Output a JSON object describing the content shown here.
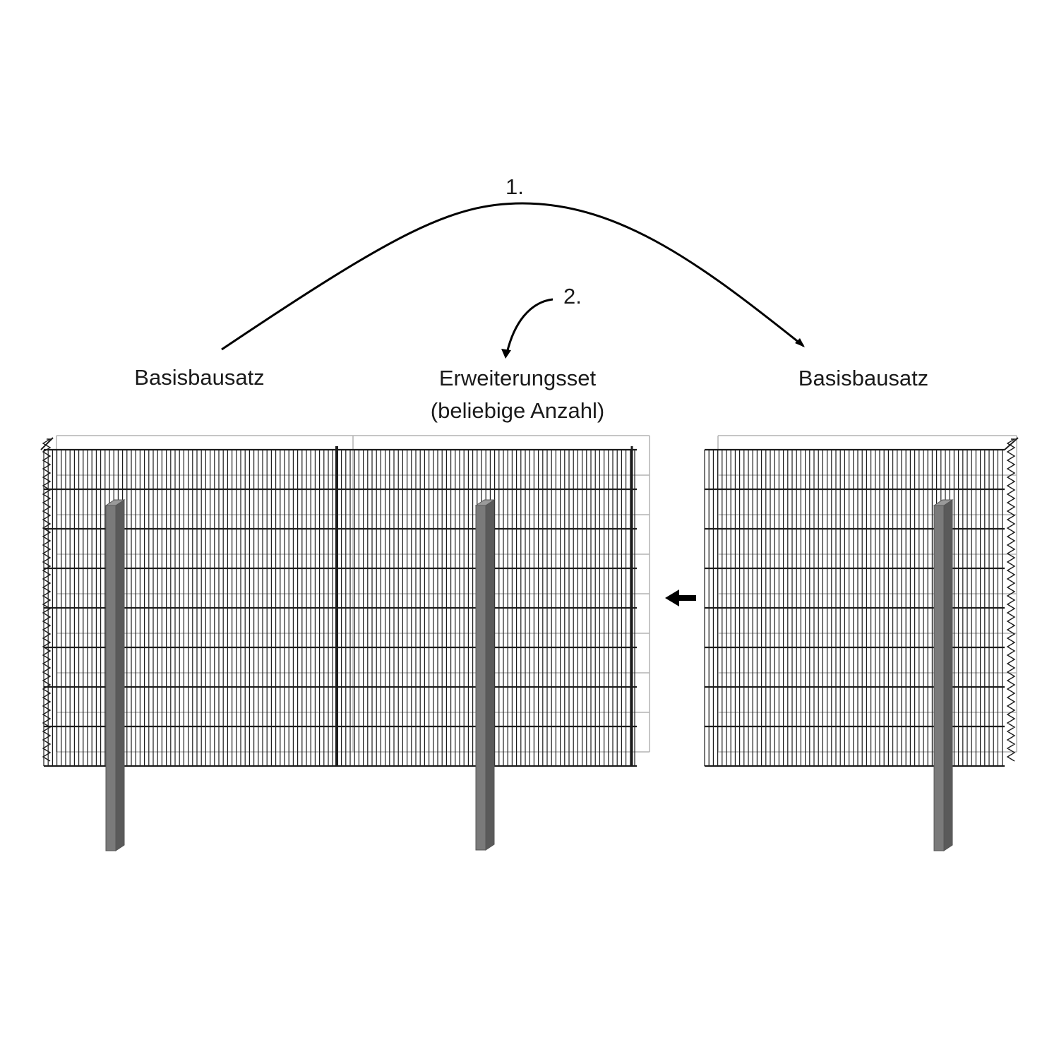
{
  "steps": {
    "step1": "1.",
    "step2": "2."
  },
  "labels": {
    "left_module": "Basisbausatz",
    "middle_module_line1": "Erweiterungsset",
    "middle_module_line2": "(beliebige Anzahl)",
    "right_module": "Basisbausatz"
  },
  "colors": {
    "wire": "#1c1c1c",
    "back_wire": "#b4b4b4",
    "post": "#7a7a7a",
    "post_side": "#5a5a5a",
    "arrow": "#000000"
  }
}
